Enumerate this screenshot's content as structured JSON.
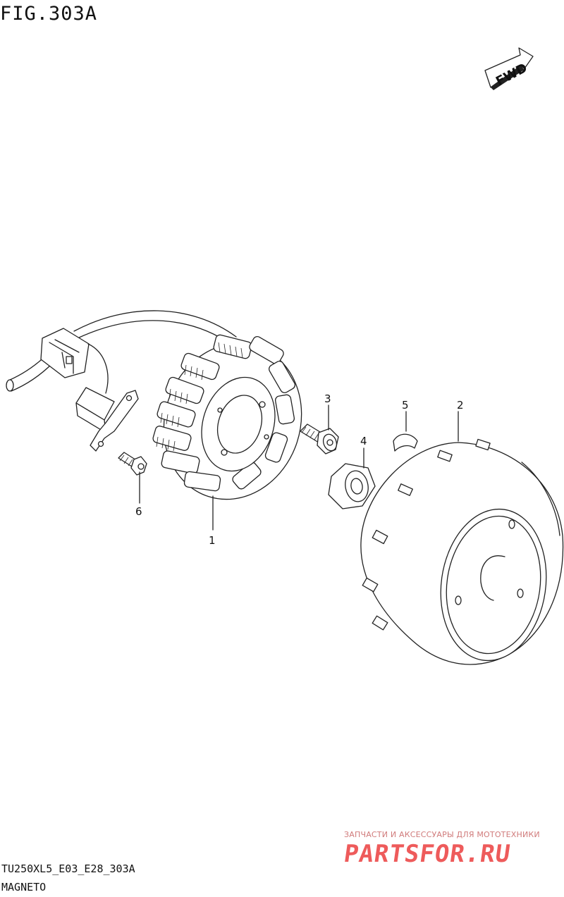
{
  "figure": {
    "title": "FIG.303A",
    "fwd_label": "FWD",
    "part_code": "TU250XL5_E03_E28_303A",
    "part_name": "MAGNETO"
  },
  "callouts": [
    {
      "id": "1",
      "part": "stator"
    },
    {
      "id": "2",
      "part": "rotor"
    },
    {
      "id": "3",
      "part": "bolt"
    },
    {
      "id": "4",
      "part": "nut"
    },
    {
      "id": "5",
      "part": "key"
    },
    {
      "id": "6",
      "part": "screw"
    }
  ],
  "watermark": {
    "tagline": "ЗАПЧАСТИ И АКСЕССУАРЫ ДЛЯ МОТОТЕХНИКИ",
    "brand": "PARTSFOR.RU",
    "color": "#ee5b5b"
  }
}
